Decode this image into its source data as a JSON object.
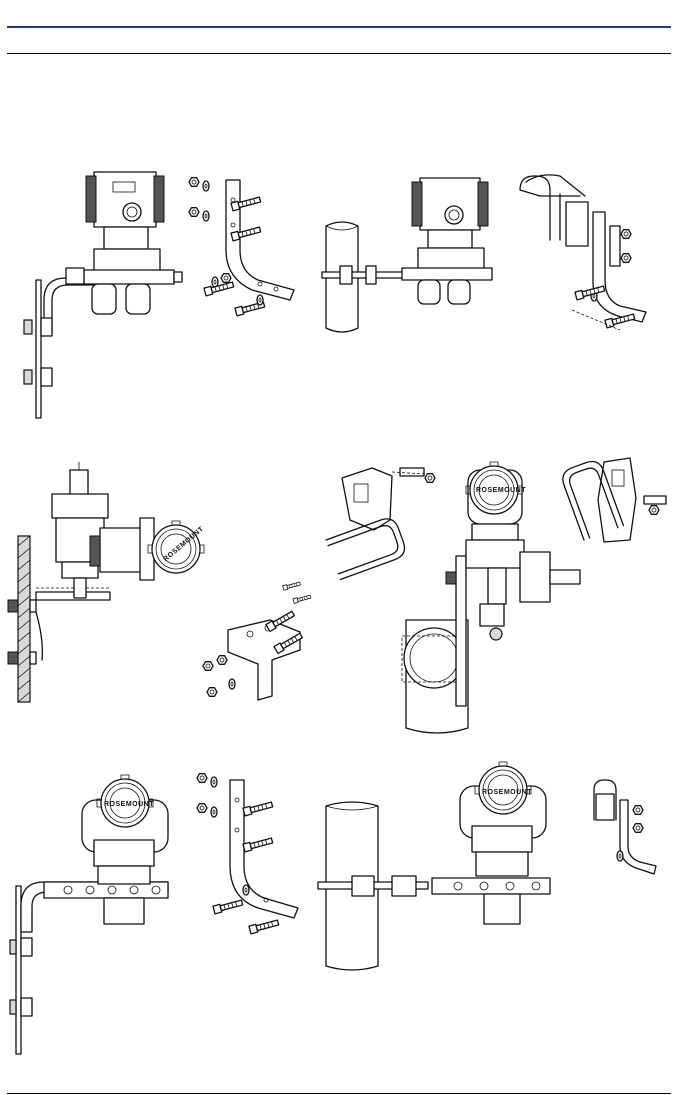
{
  "page": {
    "header_text": "",
    "footer_text": ""
  },
  "figures": [
    {
      "id": "coplanar-panel-mount",
      "logo_text": ""
    },
    {
      "id": "coplanar-bracket-hardware"
    },
    {
      "id": "coplanar-pipe-mount",
      "logo_text": ""
    },
    {
      "id": "coplanar-u-bolt-bracket"
    },
    {
      "id": "traditional-panel-mount",
      "logo_text": "ROSEMOUNT"
    },
    {
      "id": "traditional-flat-bracket-hardware"
    },
    {
      "id": "traditional-pipe-mount",
      "logo_text": "ROSEMOUNT"
    },
    {
      "id": "traditional-u-bolt-bracket-left"
    },
    {
      "id": "traditional-u-bolt-bracket-right"
    },
    {
      "id": "inline-panel-mount",
      "logo_text": "ROSEMOUNT"
    },
    {
      "id": "inline-bracket-hardware"
    },
    {
      "id": "inline-pipe-mount",
      "logo_text": "ROSEMOUNT"
    },
    {
      "id": "inline-u-bolt-bracket"
    }
  ],
  "icons": [
    "bolt-icon",
    "nut-icon",
    "washer-icon",
    "u-bolt-icon"
  ],
  "colors": {
    "header_rule": "#1f3d7a",
    "line": "#111111"
  }
}
